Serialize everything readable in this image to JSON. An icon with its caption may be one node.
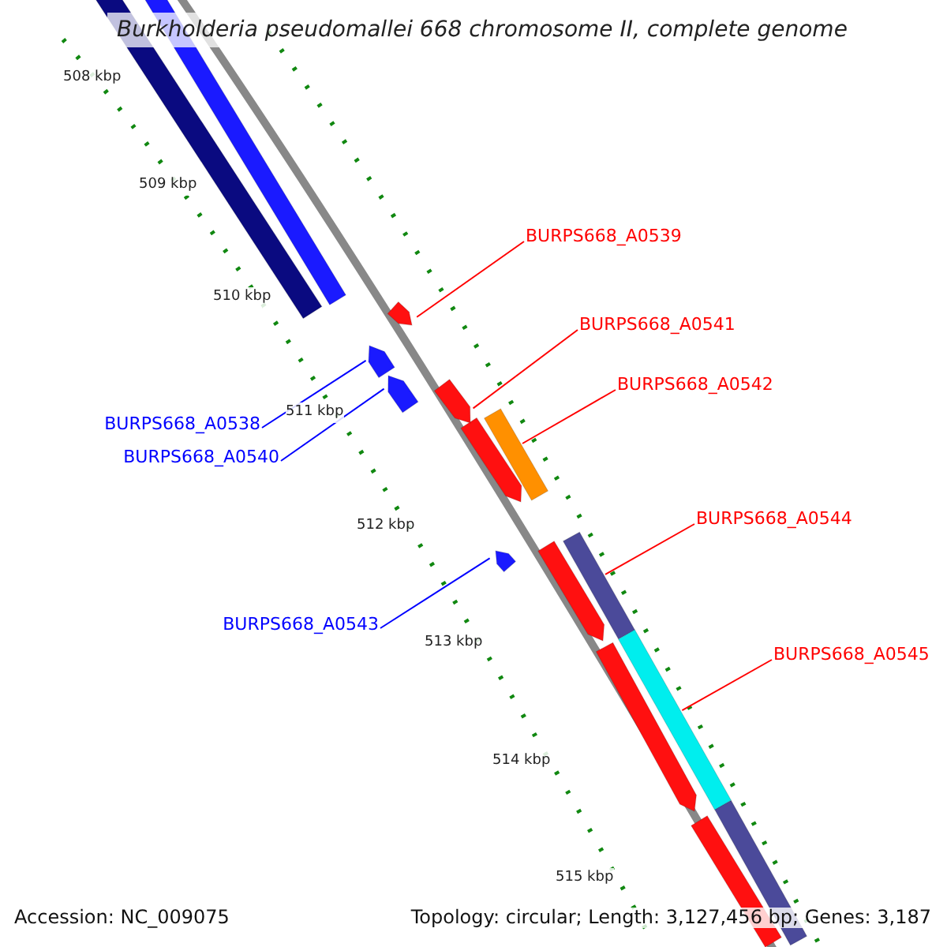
{
  "diagram": {
    "title": "Burkholderia pseudomallei 668 chromosome II, complete genome",
    "nodes": [
      {
        "text": [
          "BURPS668_A0539"
        ]
      },
      {
        "text": [
          "BURPS668_A0541"
        ]
      },
      {
        "text": [
          "BURPS668_A0542"
        ]
      },
      {
        "text": [
          "BURPS668_A0538"
        ]
      },
      {
        "text": [
          "BURPS668_A0540"
        ]
      },
      {
        "text": [
          "BURPS668_A0544"
        ]
      },
      {
        "text": [
          "BURPS668_A0543"
        ]
      },
      {
        "text": [
          "BURPS668_A0545"
        ]
      },
      {
        "text": [],
        "shape": "bar"
      },
      {
        "text": [],
        "shape": "bar"
      },
      {
        "text": [],
        "shape": "bar"
      },
      {
        "text": [],
        "shape": "bar"
      },
      {
        "text": [],
        "shape": "bar"
      },
      {
        "text": [],
        "shape": "bar"
      },
      {
        "text": [],
        "shape": "bar"
      },
      {
        "text": [],
        "shape": "bar"
      }
    ],
    "edges": [
      {
        "from": 0,
        "to": 8,
        "arrow": "none"
      },
      {
        "from": 1,
        "to": 9,
        "arrow": "none"
      },
      {
        "from": 2,
        "to": 10,
        "arrow": "none"
      },
      {
        "from": 3,
        "to": 11,
        "arrow": "none",
        "color": "#0000ff"
      },
      {
        "from": 4,
        "to": 12,
        "arrow": "none",
        "color": "#0000ff"
      },
      {
        "from": 5,
        "to": 13,
        "arrow": "none"
      },
      {
        "from": 6,
        "to": 14,
        "arrow": "none",
        "color": "#0000ff"
      },
      {
        "from": 7,
        "to": 15,
        "arrow": "none"
      }
    ],
    "labels": [
      "508 kbp",
      "509 kbp",
      "510 kbp",
      "511 kbp",
      "512 kbp",
      "513 kbp",
      "514 kbp",
      "515 kbp",
      "Accession: NC_009075",
      "Topology: circular; Length: 3,127,456 bp; Genes: 3,187"
    ]
  }
}
